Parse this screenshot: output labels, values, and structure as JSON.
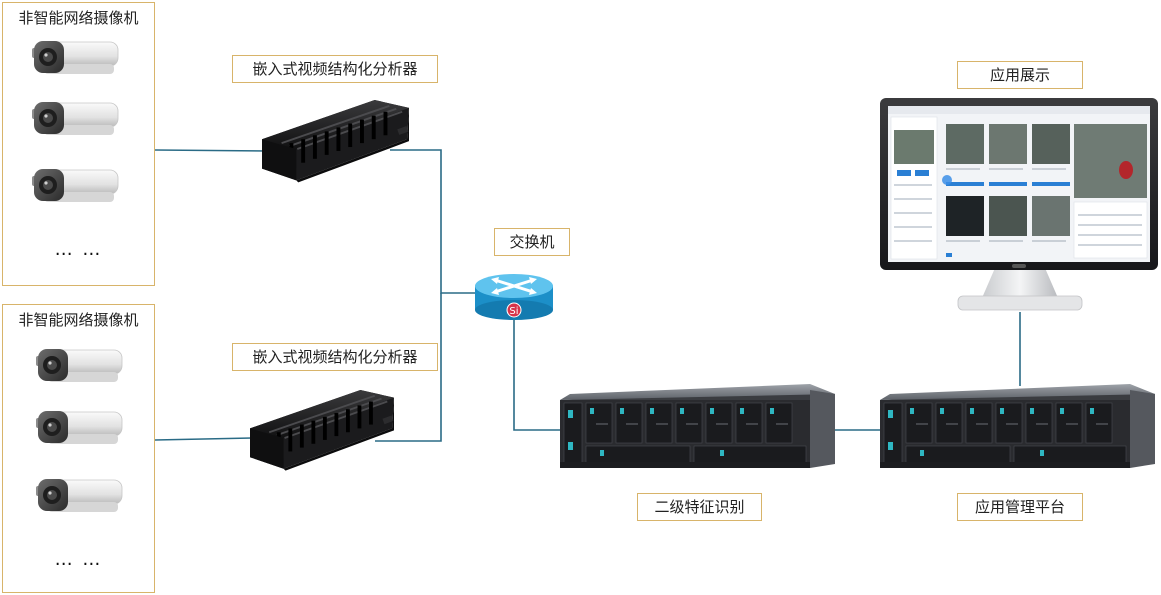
{
  "camera_groups": [
    {
      "title": "非智能网络摄像机",
      "ellipsis": "… …"
    },
    {
      "title": "非智能网络摄像机",
      "ellipsis": "… …"
    }
  ],
  "labels": {
    "analyzer_top": "嵌入式视频结构化分析器",
    "analyzer_bottom": "嵌入式视频结构化分析器",
    "switch": "交换机",
    "display": "应用展示",
    "feature_recognition": "二级特征识别",
    "management_platform": "应用管理平台"
  },
  "switch_badge": "Si",
  "colors": {
    "line": "#2a6b86",
    "border": "#d8b46a",
    "switch_body": "#1c8fc8",
    "switch_top": "#5fc3ee",
    "server_dark": "#2b2d31",
    "accent_teal": "#2fb7c2"
  }
}
